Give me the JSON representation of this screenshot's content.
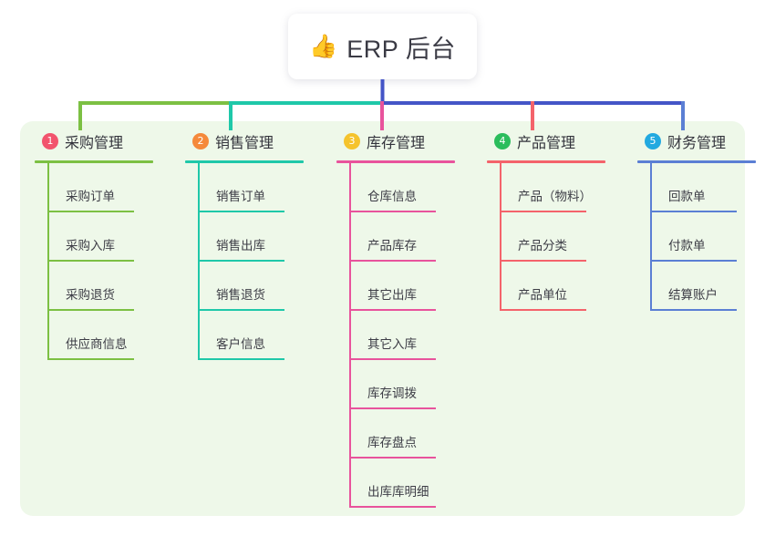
{
  "root": {
    "icon": "thumbs-up-icon",
    "emoji": "👍",
    "title": "ERP 后台"
  },
  "diagram": {
    "type": "tree-mindmap",
    "panel_background": "#eef8e9",
    "root_connector_color": "#4455c7"
  },
  "columns": [
    {
      "index": "1",
      "badge_color": "#f2546d",
      "line_color": "#7cc043",
      "title": "采购管理",
      "items": [
        {
          "label": "采购订单"
        },
        {
          "label": "采购入库"
        },
        {
          "label": "采购退货"
        },
        {
          "label": "供应商信息"
        }
      ]
    },
    {
      "index": "2",
      "badge_color": "#f5893b",
      "line_color": "#1fc8a9",
      "title": "销售管理",
      "items": [
        {
          "label": "销售订单"
        },
        {
          "label": "销售出库"
        },
        {
          "label": "销售退货"
        },
        {
          "label": "客户信息"
        }
      ]
    },
    {
      "index": "3",
      "badge_color": "#f5c32c",
      "line_color": "#e8539c",
      "title": "库存管理",
      "items": [
        {
          "label": "仓库信息"
        },
        {
          "label": "产品库存"
        },
        {
          "label": "其它出库"
        },
        {
          "label": "其它入库"
        },
        {
          "label": "库存调拨"
        },
        {
          "label": "库存盘点"
        },
        {
          "label": "出库库明细"
        }
      ]
    },
    {
      "index": "4",
      "badge_color": "#2bbd5c",
      "line_color": "#f4636b",
      "title": "产品管理",
      "items": [
        {
          "label": "产品（物料）"
        },
        {
          "label": "产品分类"
        },
        {
          "label": "产品单位"
        }
      ]
    },
    {
      "index": "5",
      "badge_color": "#22a9e0",
      "line_color": "#5b7fd4",
      "title": "财务管理",
      "items": [
        {
          "label": "回款单"
        },
        {
          "label": "付款单"
        },
        {
          "label": "结算账户"
        }
      ]
    }
  ]
}
